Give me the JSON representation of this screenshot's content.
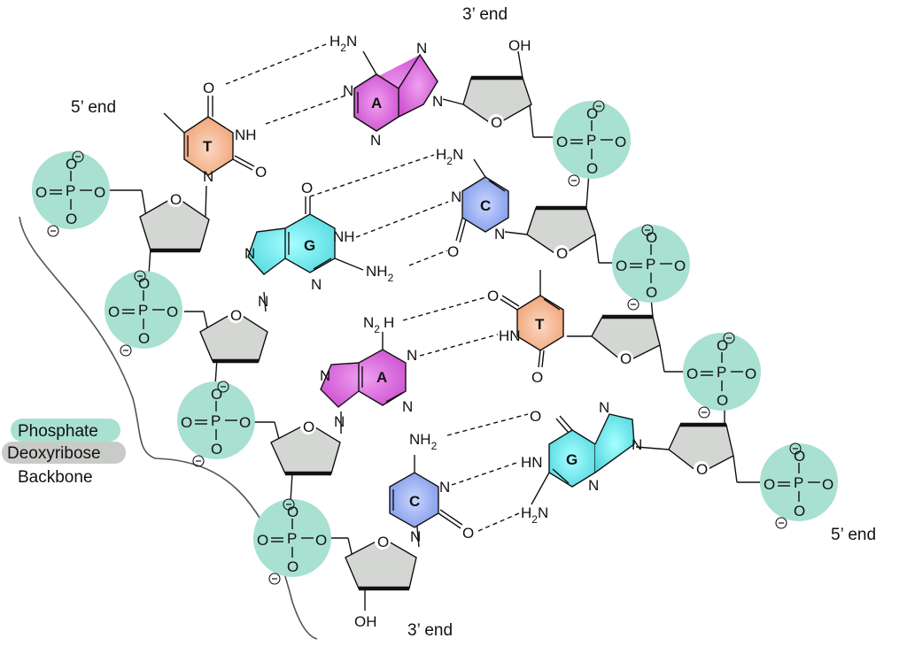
{
  "labels": {
    "end_3_top": "3’ end",
    "end_5_left": "5’ end",
    "end_5_right": "5’ end",
    "end_3_bottom": "3’ end"
  },
  "legend": {
    "phosphate": "Phosphate",
    "deoxyribose": "Deoxyribose",
    "backbone": "Backbone"
  },
  "bases": {
    "left": [
      "T",
      "G",
      "A",
      "C"
    ],
    "right": [
      "A",
      "C",
      "T",
      "G"
    ]
  },
  "atoms": {
    "O": "O",
    "N": "N",
    "P": "P",
    "H": "H",
    "NH": "NH",
    "HN": "HN",
    "OH": "OH",
    "NH2_main": "NH",
    "H2N_main": "H",
    "N2H_main": "N",
    "two": "2",
    "minus": "−"
  },
  "colors": {
    "phosphate": "#a8e0d1",
    "deoxyribose": "#d4d6d3",
    "thymine": "#f2a67e",
    "guanine": "#5fe6e6",
    "adenine": "#d65ad8",
    "cytosine": "#8fa6ee"
  }
}
